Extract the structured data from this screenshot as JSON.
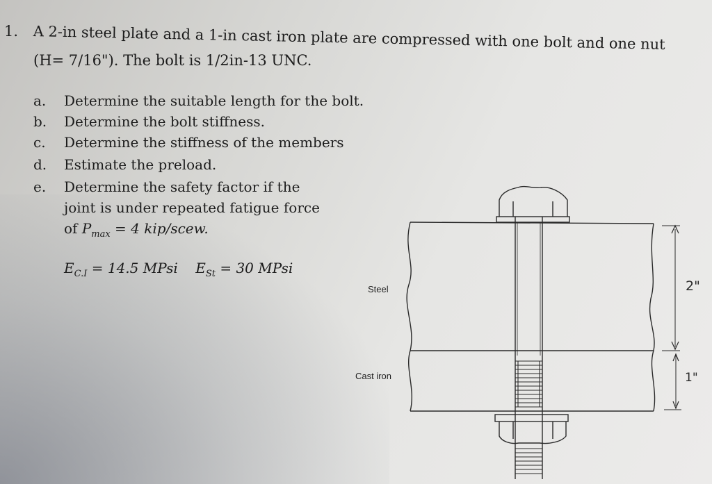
{
  "question": {
    "number": "1.",
    "line1": "A 2-in steel plate and a 1-in cast iron plate are compressed with one bolt and one nut",
    "line2": "(H= 7/16\"). The bolt is 1/2in-13 UNC."
  },
  "parts": [
    {
      "label": "a.",
      "text": "Determine the suitable length for the bolt."
    },
    {
      "label": "b.",
      "text": "Determine the bolt stiffness."
    },
    {
      "label": "c.",
      "text": "Determine the stiffness of the members"
    },
    {
      "label": "d.",
      "text": "Estimate the preload."
    },
    {
      "label": "e.",
      "text": "Determine the safety factor if the",
      "cont1": "joint is under repeated fatigue force",
      "cont2_prefix": "of ",
      "cont2_var": "P",
      "cont2_sub": "max",
      "cont2_rest": " = 4 kip/scew."
    }
  ],
  "equations": {
    "e1_var": "E",
    "e1_sub": "C.I",
    "e1_rest": " = 14.5 MPsi",
    "e2_var": "E",
    "e2_sub": "St",
    "e2_rest": " = 30 MPsi"
  },
  "diagram": {
    "steel_label": "Steel",
    "cast_iron_label": "Cast iron",
    "dim_steel": "2\"",
    "dim_cast": "1\""
  }
}
